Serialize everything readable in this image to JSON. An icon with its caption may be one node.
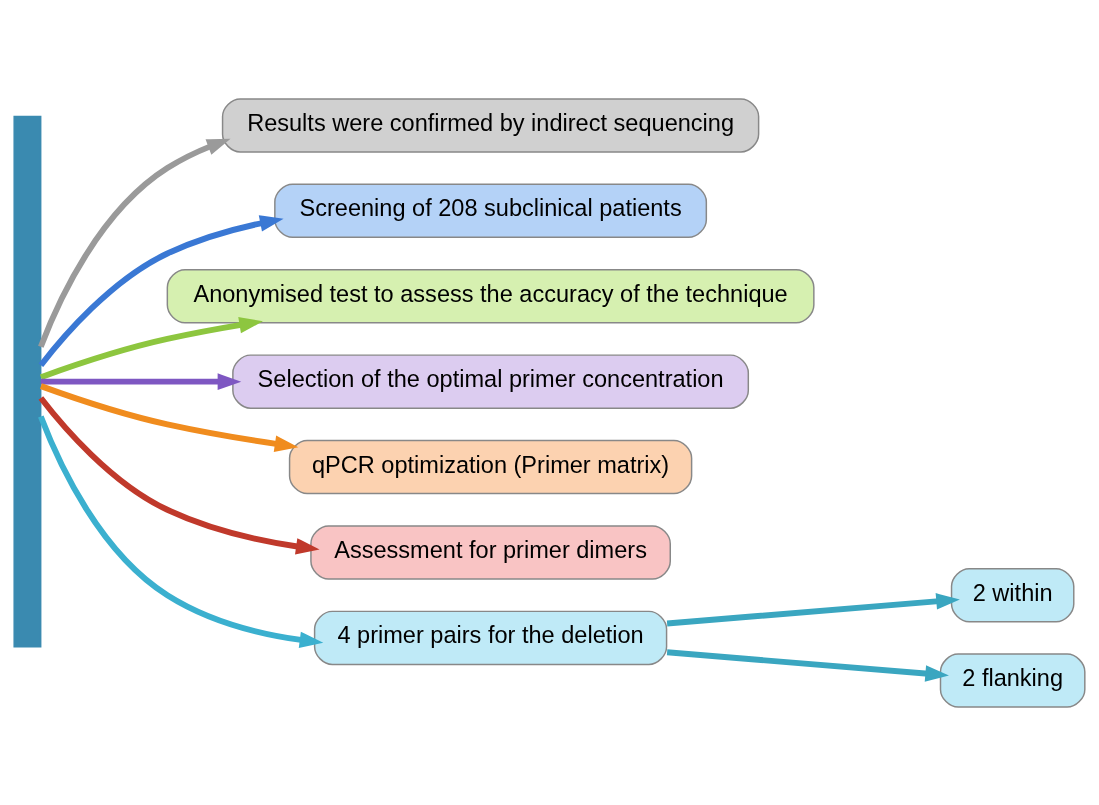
{
  "diagram": {
    "nodes": [
      {
        "text": [
          "Results were confirmed by indirect sequencing"
        ]
      },
      {
        "text": [
          "Screening of 208 subclinical patients"
        ]
      },
      {
        "text": [
          "Anonymised test to assess the accuracy of the technique"
        ]
      },
      {
        "text": [
          "Selection of the optimal primer concentration"
        ]
      },
      {
        "text": [
          "qPCR optimization (Primer matrix)"
        ]
      },
      {
        "text": [
          "Assessment for primer dimers"
        ]
      },
      {
        "text": [
          "4 primer pairs for the deletion"
        ]
      },
      {
        "text": [
          "2 within"
        ]
      },
      {
        "text": [
          "2 flanking"
        ]
      },
      {
        "text": [],
        "shape": "bar"
      }
    ],
    "edges": [
      {
        "from": 9,
        "to": 6,
        "arrow": "to",
        "color": "#3bb0cf"
      },
      {
        "from": 9,
        "to": 5,
        "arrow": "to",
        "color": "#c0392b"
      },
      {
        "from": 9,
        "to": 4,
        "arrow": "to",
        "color": "#f08c1e"
      },
      {
        "from": 9,
        "to": 3,
        "arrow": "to",
        "color": "#7e57c2"
      },
      {
        "from": 9,
        "to": 2,
        "arrow": "to",
        "color": "#8dc63f"
      },
      {
        "from": 9,
        "to": 1,
        "arrow": "to",
        "color": "#3a78d4"
      },
      {
        "from": 9,
        "to": 0,
        "arrow": "to",
        "color": "#9a9a9a"
      },
      {
        "from": 6,
        "to": 7,
        "arrow": "to",
        "color": "#3aa6c0"
      },
      {
        "from": 6,
        "to": 8,
        "arrow": "to",
        "color": "#3aa6c0"
      }
    ]
  }
}
